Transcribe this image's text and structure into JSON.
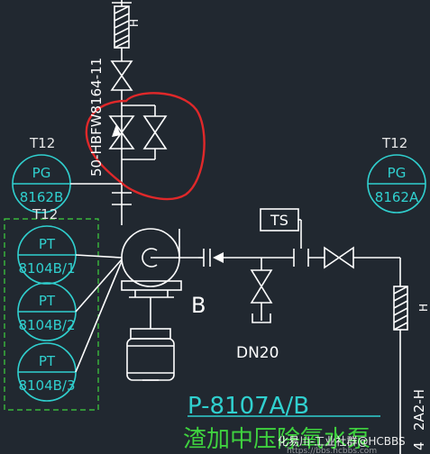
{
  "colors": {
    "background": "#212830",
    "line": "#ffffff",
    "instrument": "#30d0cf",
    "group": "#3fd23f",
    "highlight": "#e0282a"
  },
  "labels": {
    "pipe_left": "50-HBFW8164-11",
    "pipe_right": "2A2-H",
    "pipe_right_extra": "4",
    "h_top": "H",
    "h_right": "H",
    "pump_side": "B",
    "ts": "TS",
    "dn": "DN20",
    "pump_tag": "P-8107A/B",
    "pump_name": "渣加中压除氧水泵",
    "watermark": "化易川-工业社群@HCBBS",
    "watermark_url": "https://bbs.hcbbs.com"
  },
  "instruments": {
    "pg_left": {
      "area": "T12",
      "type": "PG",
      "tag": "8162B"
    },
    "pg_right": {
      "area": "T12",
      "type": "PG",
      "tag": "8162A"
    },
    "pt_group_area": "T12",
    "pt1": {
      "type": "PT",
      "tag": "8104B/1"
    },
    "pt2": {
      "type": "PT",
      "tag": "8104B/2"
    },
    "pt3": {
      "type": "PT",
      "tag": "8104B/3"
    }
  }
}
